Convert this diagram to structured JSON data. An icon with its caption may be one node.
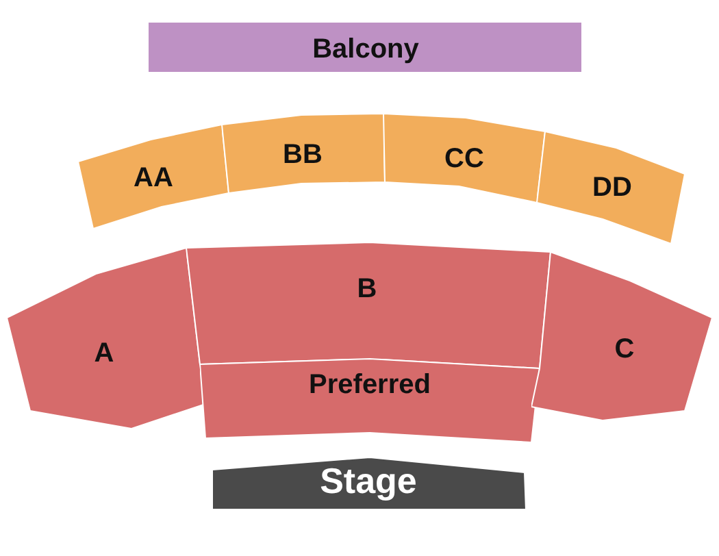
{
  "diagram": {
    "nodes": [
      {
        "text": [
          "Balcony"
        ]
      },
      {
        "text": [
          "AA"
        ]
      },
      {
        "text": [
          "BB"
        ]
      },
      {
        "text": [
          "CC"
        ]
      },
      {
        "text": [
          "DD"
        ]
      },
      {
        "text": [
          "A"
        ]
      },
      {
        "text": [
          "B"
        ]
      },
      {
        "text": [
          "Preferred"
        ]
      },
      {
        "text": [
          "C"
        ]
      },
      {
        "text": [
          "Stage"
        ]
      }
    ]
  }
}
